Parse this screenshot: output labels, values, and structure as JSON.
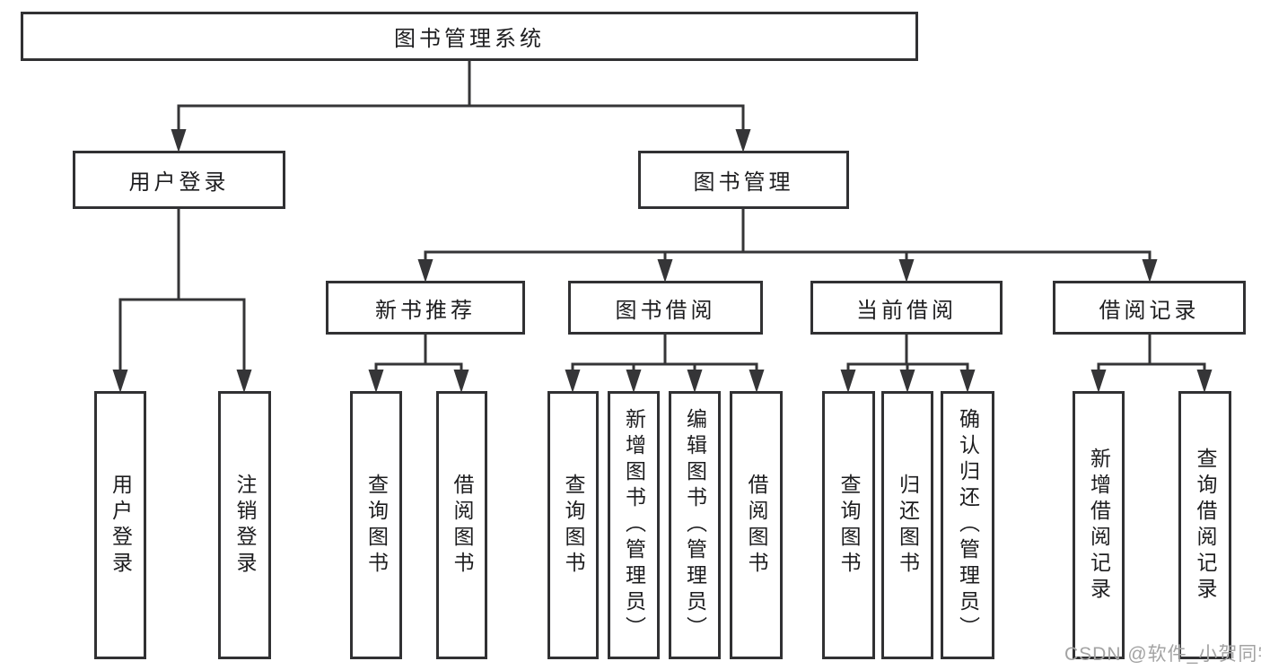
{
  "diagram": {
    "type": "hierarchy-tree",
    "tree": {
      "root": {
        "label": "图书管理系统",
        "children": [
          {
            "label": "用户登录",
            "children": [
              {
                "label": "用户登录"
              },
              {
                "label": "注销登录"
              }
            ]
          },
          {
            "label": "图书管理",
            "children": [
              {
                "label": "新书推荐",
                "children": [
                  {
                    "label": "查询图书"
                  },
                  {
                    "label": "借阅图书"
                  }
                ]
              },
              {
                "label": "图书借阅",
                "children": [
                  {
                    "label": "查询图书"
                  },
                  {
                    "label": "新增图书（管理员）"
                  },
                  {
                    "label": "编辑图书（管理员）"
                  },
                  {
                    "label": "借阅图书"
                  }
                ]
              },
              {
                "label": "当前借阅",
                "children": [
                  {
                    "label": "查询图书"
                  },
                  {
                    "label": "归还图书"
                  },
                  {
                    "label": "确认归还（管理员）"
                  }
                ]
              },
              {
                "label": "借阅记录",
                "children": [
                  {
                    "label": "新增借阅记录"
                  },
                  {
                    "label": "查询借阅记录"
                  }
                ]
              }
            ]
          }
        ]
      }
    },
    "colors": {
      "line": "#353537",
      "box_border": "#313133",
      "box_fill": "#ffffff",
      "text": "#1d1d1f",
      "watermark": "#a3a3a3"
    }
  },
  "watermark": "CSDN @软件_小贺同学"
}
